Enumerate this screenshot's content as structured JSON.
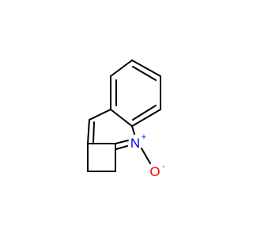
{
  "molecule": {
    "atoms": [
      {
        "id": "N",
        "label": "N",
        "charge": "+",
        "color": "#0000ff"
      },
      {
        "id": "O",
        "label": "O",
        "charge": "-",
        "color": "#ff0000"
      }
    ],
    "bond_color": "#000000"
  }
}
